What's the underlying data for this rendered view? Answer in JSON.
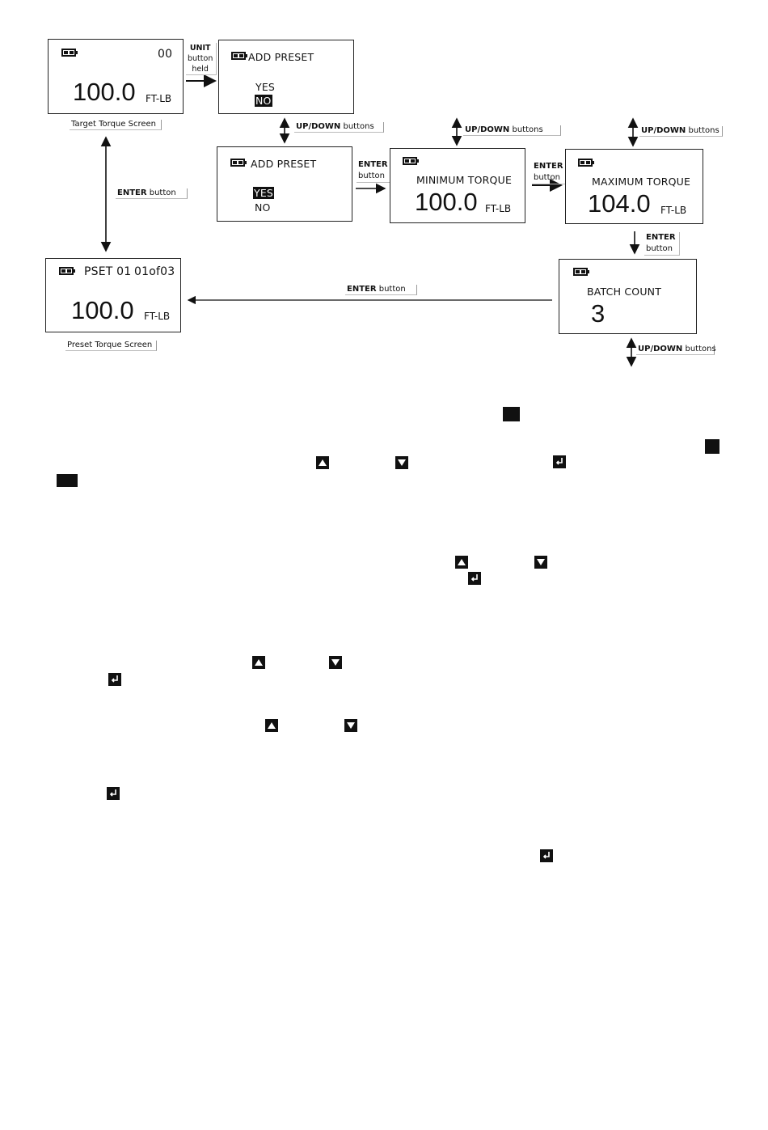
{
  "screens": {
    "target": {
      "code": "00",
      "value": "100.0",
      "unit": "FT-LB",
      "caption": "Target Torque Screen"
    },
    "add_preset_no": {
      "title": "ADD PRESET",
      "opt_yes": "YES",
      "opt_no": "NO"
    },
    "add_preset_yes": {
      "title": "ADD PRESET",
      "opt_yes": "YES",
      "opt_no": "NO"
    },
    "min_torque": {
      "title": "MINIMUM TORQUE",
      "value": "100.0",
      "unit": "FT-LB"
    },
    "max_torque": {
      "title": "MAXIMUM TORQUE",
      "value": "104.0",
      "unit": "FT-LB"
    },
    "batch": {
      "title": "BATCH COUNT",
      "value": "3"
    },
    "preset": {
      "name": "PSET 01",
      "index": "01of03",
      "value": "100.0",
      "unit": "FT-LB",
      "caption": "Preset Torque Screen"
    }
  },
  "labels": {
    "unit_held": {
      "l1": "UNIT",
      "l2": "button",
      "l3": "held"
    },
    "enter_left": {
      "bold": "ENTER",
      "rest": " button"
    },
    "updown_1": {
      "bold": "UP/DOWN",
      "rest": " buttons"
    },
    "updown_2": {
      "bold": "UP/DOWN",
      "rest": " buttons"
    },
    "updown_3": {
      "bold": "UP/DOWN",
      "rest": " buttons"
    },
    "updown_4": {
      "bold": "UP/DOWN",
      "rest": " buttons"
    },
    "enter_1": {
      "l1": "ENTER",
      "l2": "button"
    },
    "enter_2": {
      "l1": "ENTER",
      "l2": "button"
    },
    "enter_3": {
      "l1": "ENTER",
      "l2": "button"
    },
    "enter_bottom": {
      "bold": "ENTER",
      "rest": " button"
    }
  },
  "icons": {
    "up": "up-arrow-icon",
    "down": "down-arrow-icon",
    "enter": "enter-key-icon",
    "block": "black-square-glyph"
  }
}
